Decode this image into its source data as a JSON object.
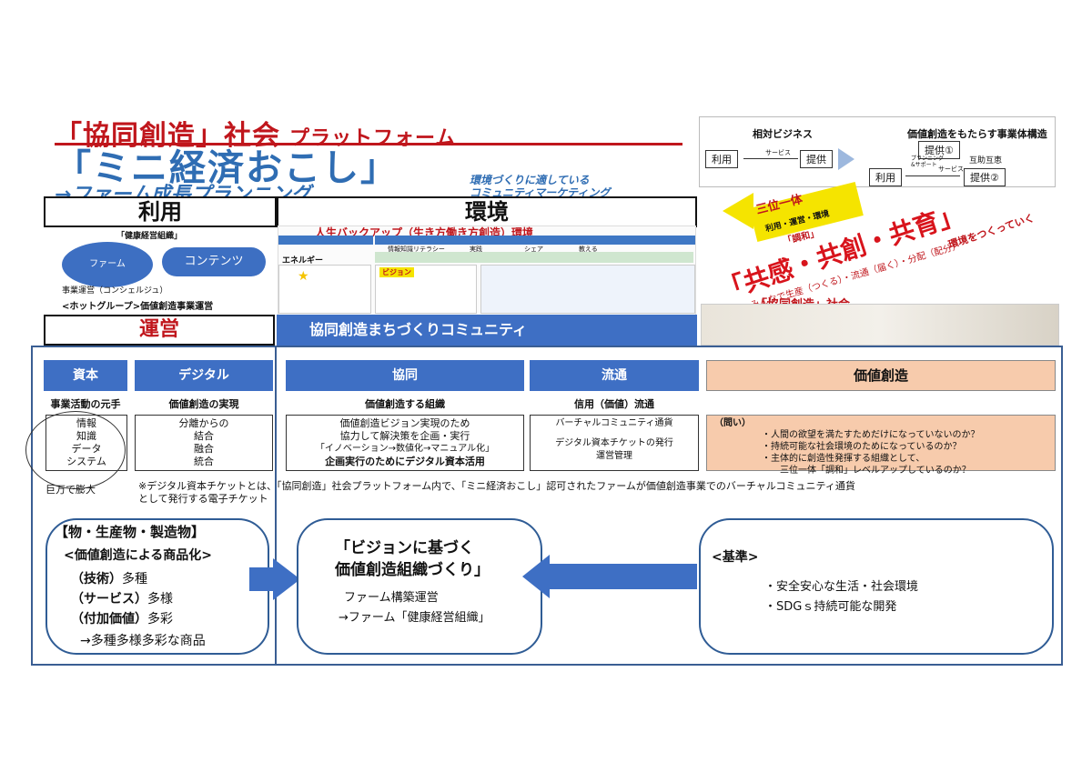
{
  "title": {
    "line1": "「協同創造」社会",
    "line1_sub": "プラットフォーム",
    "line2": "「ミニ経済おこし」",
    "line3": "→ファーム成長プランニング",
    "line3_note": "環境づくりに適している\nコミュニティマーケティング"
  },
  "top_right_diagram": {
    "left_title": "相対ビジネス",
    "right_title": "価値創造をもたらす事業体構造",
    "riyo": "利用",
    "service": "サービス",
    "teikyo": "提供",
    "teikyo1": "提供①",
    "teikyo2": "提供②",
    "gojo": "互助互恵",
    "planning": "プランニング\n&サポート",
    "riyo2": "利用",
    "service2": "サービス"
  },
  "headers": {
    "riyo": "利用",
    "kankyo": "環境",
    "unei": "運営",
    "community": "協同創造まちづくりコミュニティ"
  },
  "riyo_panel": {
    "label": "「健康経営組織」",
    "circle": "ファーム",
    "pill": "コンテンツ",
    "jigyo": "事業運営（コンシェルジュ）",
    "group": "<ホットグループ>価値創造事業運営"
  },
  "env_panel": {
    "title": "人生バックアップ（生き方働き方創造）環境",
    "energy": "エネルギー",
    "vision": "ビジョン",
    "row1": "情報知識リテラシー",
    "row2": "実践",
    "row3": "シェア",
    "row4": "教える"
  },
  "slogan": {
    "sanmi": "三位一体",
    "sub1": "利用・運営・環境",
    "chowa": "「調和」",
    "big": "共感・共創・共育",
    "side": "環境をつくっていく",
    "lower": "みんなで生産（つくる）・流通（届く）・分配（配分）",
    "society": "「協同創造」社会"
  },
  "columns": {
    "shihon": {
      "label": "資本",
      "sub": "事業活動の元手",
      "items": [
        "情報",
        "知識",
        "データ",
        "システム"
      ],
      "footer": "巨万で膨大"
    },
    "digital": {
      "label": "デジタル",
      "sub": "価値創造の実現",
      "items": [
        "分離からの",
        "結合",
        "融合",
        "統合"
      ]
    },
    "kyodo": {
      "label": "協同",
      "sub": "価値創造する組織",
      "items": [
        "価値創造ビジョン実現のため",
        "協力して解決策を企画・実行",
        "「イノベーション→数値化→マニュアル化」",
        "企画実行のためにデジタル資本活用"
      ]
    },
    "ryutsu": {
      "label": "流通",
      "sub": "信用（価値）流通",
      "items": [
        "バーチャルコミュニティ通貨",
        "デジタル資本チケットの発行",
        "運営管理"
      ]
    },
    "kachi": {
      "label": "価値創造",
      "question": "（問い）",
      "items": [
        "・人間の欲望を満たすためだけになっていないのか？",
        "・持続可能な社会環境のためになっているのか？",
        "・主体的に創造性発揮する組織として、",
        "三位一体「調和」レベルアップしているのか？"
      ]
    }
  },
  "footnote": "※デジタル資本チケットとは、「協同創造」社会プラットフォーム内で、「ミニ経済おこし」認可されたファームが価値創造事業でのバーチャルコミュニティ通貨\nとして発行する電子チケット",
  "bottom": {
    "left": {
      "title": "【物・生産物・製造物】",
      "sub": "<価値創造による商品化>",
      "l1a": "（技術）",
      "l1b": "多種",
      "l2a": "（サービス）",
      "l2b": "多様",
      "l3a": "（付加価値）",
      "l3b": "多彩",
      "l4": "→多種多様多彩な商品"
    },
    "center": {
      "t1": "「ビジョンに基づく",
      "t2": "価値創造組織づくり」",
      "s1": "ファーム構築運営",
      "s2": "→ファーム「健康経営組織」"
    },
    "right": {
      "title": "<基準>",
      "i1": "・安全安心な生活・社会環境",
      "i2": "・SDGｓ持続可能な開発"
    }
  },
  "colors": {
    "blue": "#3e6fc4",
    "red": "#c0161c",
    "peach": "#f7cbac",
    "border": "#2f5c95"
  }
}
